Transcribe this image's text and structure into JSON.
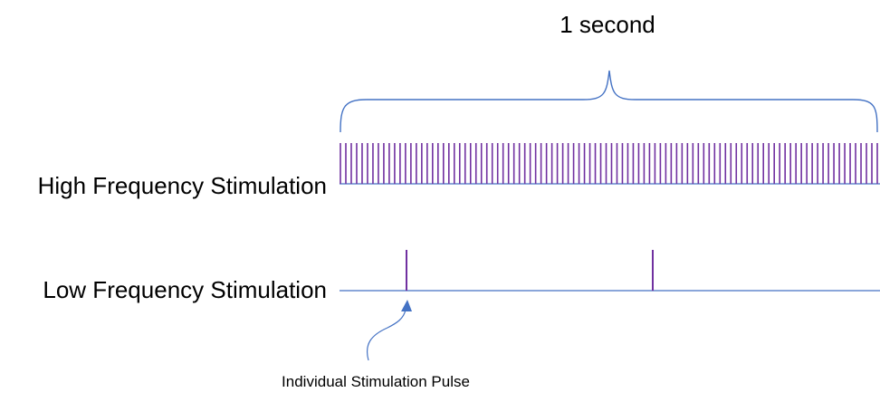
{
  "title": "1 second",
  "rows": {
    "high": {
      "label": "High Frequency Stimulation",
      "pulse_count": 100
    },
    "low": {
      "label": "Low Frequency Stimulation",
      "pulse_count": 2
    }
  },
  "annotation": {
    "label": "Individual Stimulation Pulse"
  },
  "colors": {
    "pulse": "#7030a0",
    "line": "#4472c4",
    "text": "#000000"
  }
}
